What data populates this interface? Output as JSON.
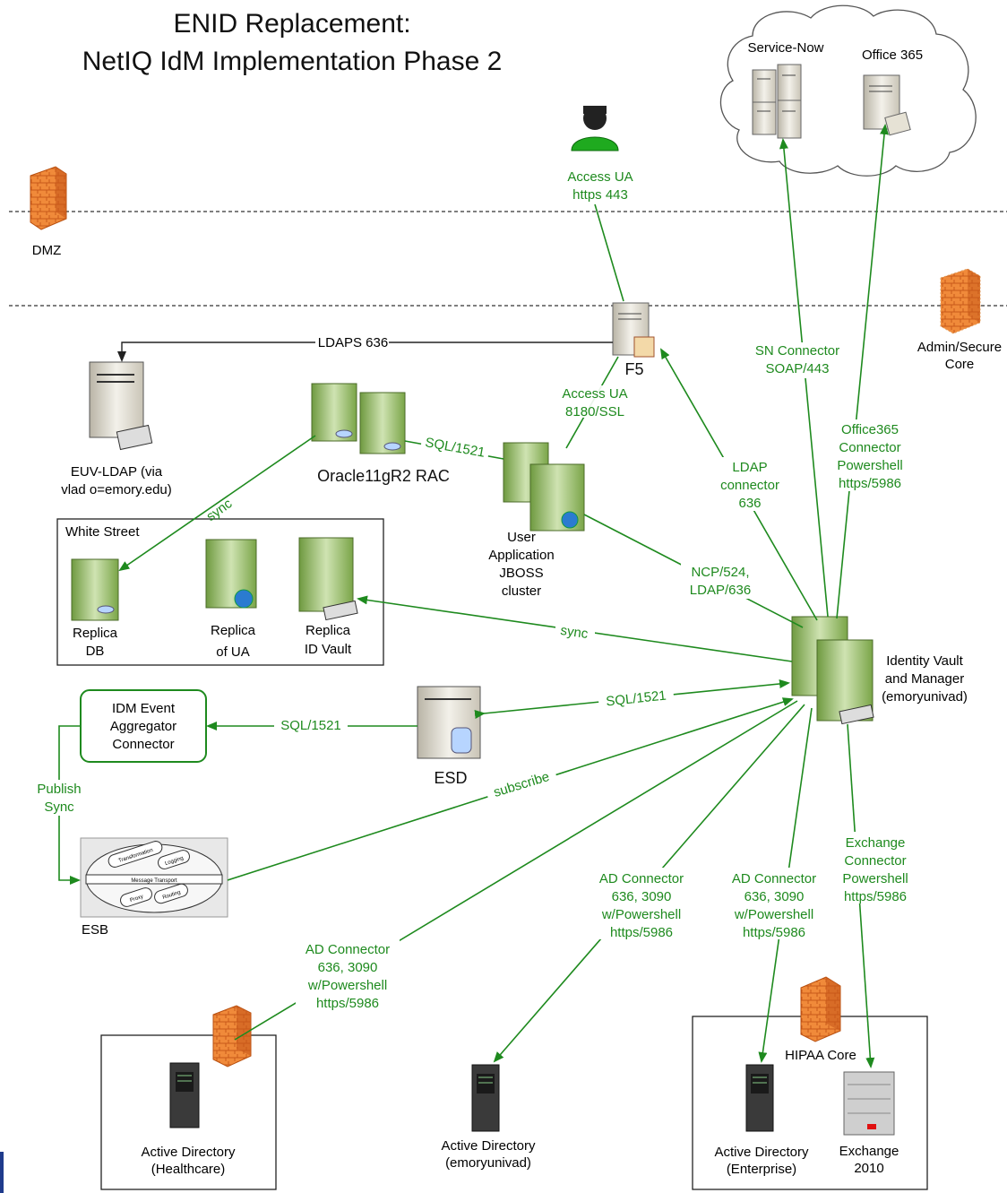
{
  "title": {
    "line1": "ENID Replacement:",
    "line2": "NetIQ IdM Implementation Phase 2"
  },
  "zones": {
    "dmz": "DMZ",
    "admin_core_l1": "Admin/Secure",
    "admin_core_l2": "Core",
    "white_street": "White Street",
    "hipaa_core": "HIPAA Core"
  },
  "cloud": {
    "service_now": "Service-Now",
    "office365": "Office 365"
  },
  "nodes": {
    "f5": "F5",
    "euv_ldap_l1": "EUV-LDAP (via",
    "euv_ldap_l2": "vlad o=emory.edu)",
    "oracle": "Oracle11gR2 RAC",
    "user_app": [
      "User",
      "Application",
      "JBOSS",
      "cluster"
    ],
    "replica_db": [
      "Replica",
      "DB"
    ],
    "replica_ua": [
      "Replica",
      "of UA"
    ],
    "replica_idv": [
      "Replica",
      "ID Vault"
    ],
    "identity_vault": [
      "Identity Vault",
      "and Manager",
      "(emoryunivad)"
    ],
    "idm_event": [
      "IDM Event",
      "Aggregator",
      "Connector"
    ],
    "esd": "ESD",
    "esb": "ESB",
    "esb_inner": {
      "transformation": "Transformation",
      "logging": "Logging",
      "transport": "Message Transport",
      "proxy": "Proxy",
      "routing": "Routing"
    },
    "ad_healthcare": [
      "Active Directory",
      "(Healthcare)"
    ],
    "ad_emoryunivad": [
      "Active Directory",
      "(emoryunivad)"
    ],
    "ad_enterprise": [
      "Active Directory",
      "(Enterprise)"
    ],
    "exchange": [
      "Exchange",
      "2010"
    ]
  },
  "connections": {
    "access_ua_top": [
      "Access UA",
      "https 443"
    ],
    "ldaps": "LDAPS 636",
    "access_ua_8180": [
      "Access UA",
      "8180/SSL"
    ],
    "sql_oracle": "SQL/1521",
    "sync_oracle": "sync",
    "ldap_connector": [
      "LDAP",
      "connector",
      "636"
    ],
    "sn_connector": [
      "SN Connector",
      "SOAP/443"
    ],
    "office365_connector": [
      "Office365",
      "Connector",
      "Powershell",
      "https/5986"
    ],
    "ncp_ldap": [
      "NCP/524,",
      "LDAP/636"
    ],
    "sync_vault": "sync",
    "sql_esd": "SQL/1521",
    "sql_idm": "SQL/1521",
    "publish_sync": [
      "Publish",
      "Sync"
    ],
    "subscribe": "subscribe",
    "ad_conn_healthcare": [
      "AD Connector",
      "636, 3090",
      "w/Powershell",
      "https/5986"
    ],
    "ad_conn_emoryunivad": [
      "AD Connector",
      "636, 3090",
      "w/Powershell",
      "https/5986"
    ],
    "ad_conn_enterprise": [
      "AD Connector",
      "636, 3090",
      "w/Powershell",
      "https/5986"
    ],
    "exchange_connector": [
      "Exchange",
      "Connector",
      "Powershell",
      "https/5986"
    ]
  },
  "colors": {
    "connector": "#1e8a1e",
    "server_green": "#8bb85a",
    "firewall": "#e8742a"
  }
}
